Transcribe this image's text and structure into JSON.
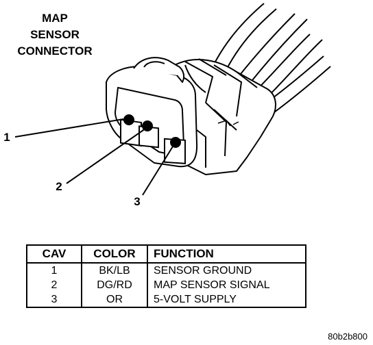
{
  "title": {
    "line1": "MAP",
    "line2": "SENSOR",
    "line3": "CONNECTOR"
  },
  "callouts": [
    "1",
    "2",
    "3"
  ],
  "table": {
    "headers": {
      "cav": "CAV",
      "color": "COLOR",
      "function": "FUNCTION"
    },
    "rows": [
      {
        "cav": "1",
        "color": "BK/LB",
        "function": "SENSOR GROUND"
      },
      {
        "cav": "2",
        "color": "DG/RD",
        "function": "MAP SENSOR SIGNAL"
      },
      {
        "cav": "3",
        "color": "OR",
        "function": "5-VOLT SUPPLY"
      }
    ]
  },
  "figure_id": "80b2b800"
}
